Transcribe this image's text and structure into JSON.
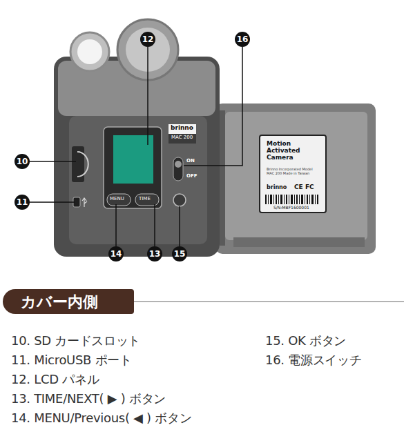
{
  "diagram": {
    "nodes": [
      {
        "text": [
          "カバー内側"
        ]
      }
    ],
    "labels": [
      "12",
      "16",
      "10",
      "11",
      "14",
      "13",
      "15",
      "brinno",
      "MAC 200",
      "ON",
      "OFF",
      "MENU",
      "TIME",
      "Motion Activated Camera",
      "Brinno Incorporated Model MAC 200 Made in Taiwan",
      "brinno",
      "CE FC",
      "S/N:MBF1600001",
      "10. SD カードスロット",
      "11. MicroUSB ポート",
      "12. LCD パネル",
      "13. TIME/NEXT( ▶ ) ボタン",
      "14. MENU/Previous( ◀ ) ボタン",
      "15. OK ボタン",
      "16. 電源スイッチ"
    ]
  }
}
